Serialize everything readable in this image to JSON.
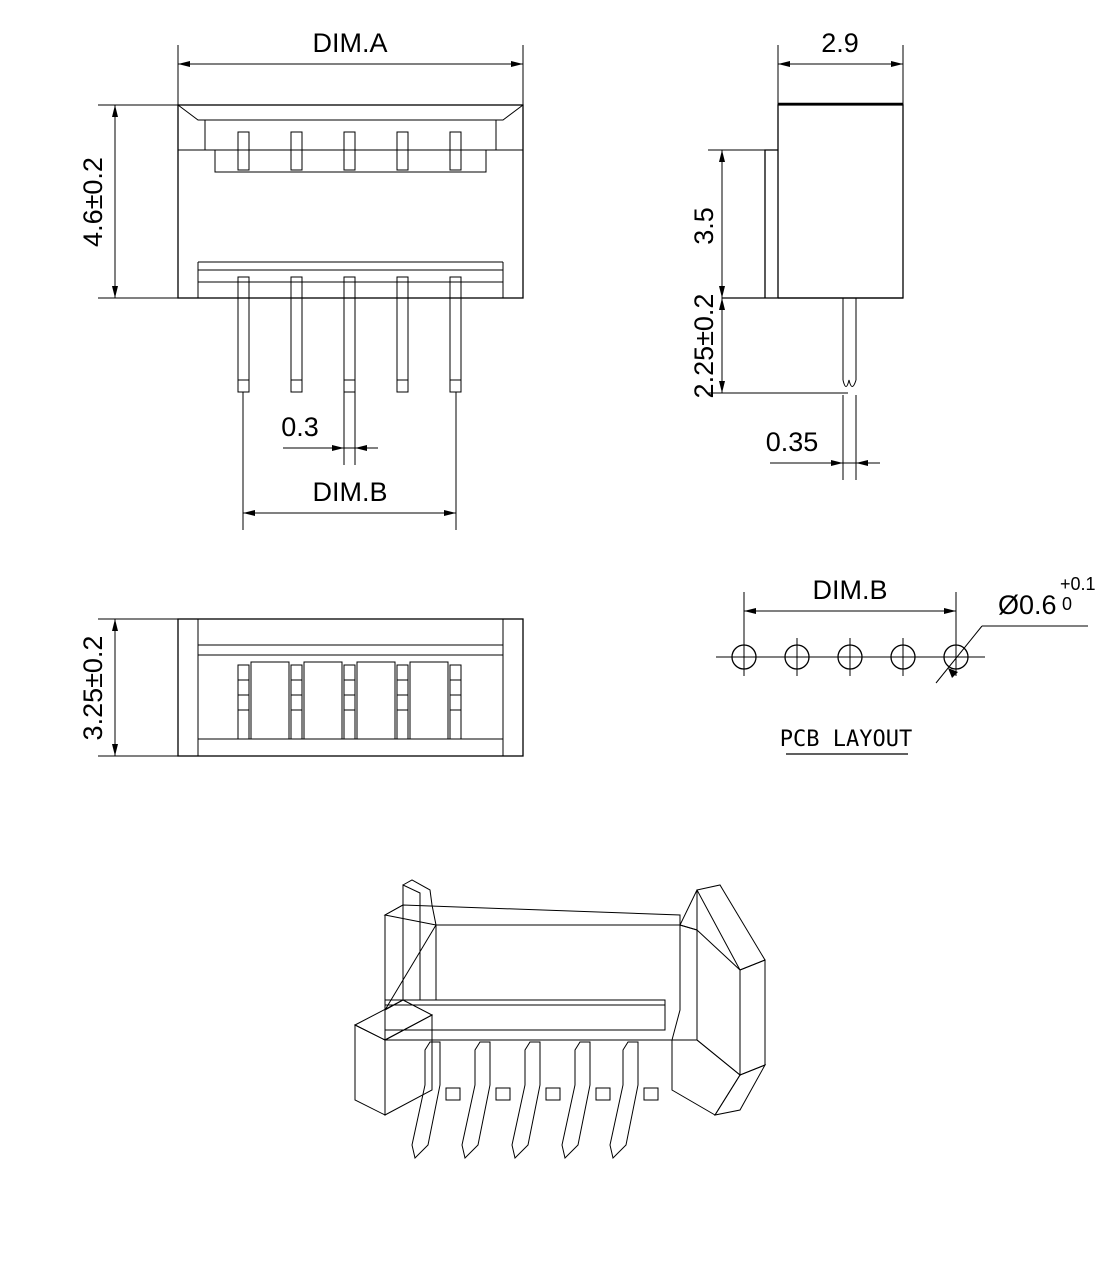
{
  "labels": {
    "dim_a": "DIM.A",
    "dim_b": "DIM.B",
    "dim_b_pcb": "DIM.B",
    "height_front": "4.6±0.2",
    "pin_width": "0.3",
    "depth_top": "2.9",
    "body_height_side": "3.5",
    "pin_length": "2.25±0.2",
    "pin_thickness": "0.35",
    "bottom_height": "3.25±0.2",
    "hole_diameter": "Ø0.6",
    "hole_tol_upper": "+0.1",
    "hole_tol_lower": "0",
    "pcb_layout": "PCB LAYOUT"
  },
  "connector": {
    "pin_count": 5
  },
  "colors": {
    "line": "#000000",
    "background": "#ffffff"
  }
}
